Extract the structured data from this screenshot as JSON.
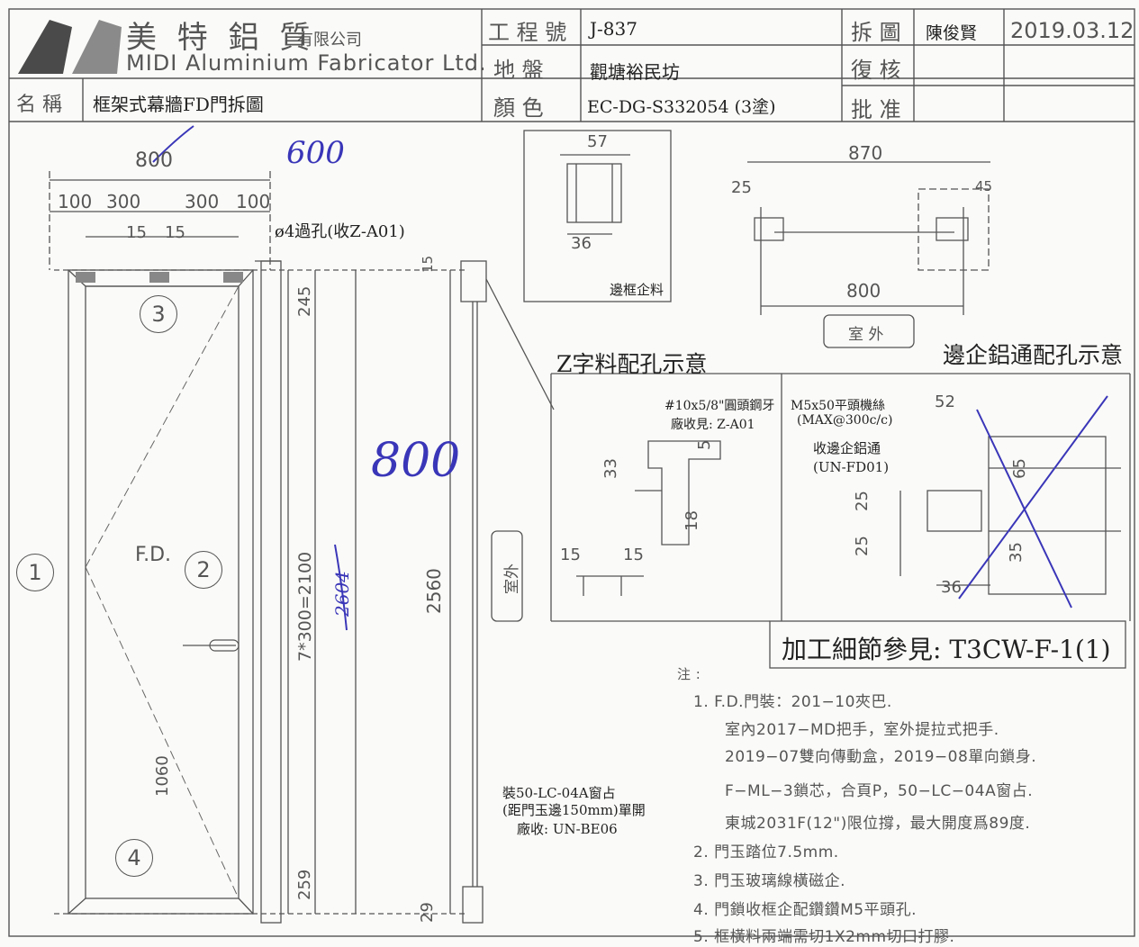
{
  "title_block": {
    "company_cn": "美 特 鋁 質",
    "company_cn_suffix": "有限公司",
    "company_en": "MIDI Aluminium Fabricator Ltd.",
    "name_label": "名 稱",
    "name_value": "框架式幕牆FD門拆圖",
    "job_no_label": "工 程 號",
    "job_no_value": "J-837",
    "site_label": "地       盤",
    "site_value": "觀塘裕民坊",
    "color_label": "顏       色",
    "color_value": "EC-DG-S332054 (3塗)",
    "detail_label": "拆 圖",
    "detail_value": "陳俊賢",
    "date_value": "2019.03.12",
    "check_label": "復 核",
    "approve_label": "批 准"
  },
  "elevation": {
    "handwritten_600": "600",
    "top_width": "800",
    "dims_top": [
      "100",
      "300",
      "300",
      "100"
    ],
    "dims_15": [
      "15",
      "15"
    ],
    "hole_note": "ø4過孔(收Z-A01)",
    "dim_245": "245",
    "dim_2100": "7*300=2100",
    "dim_2604": "2604",
    "dim_2560": "2560",
    "dim_1060": "1060",
    "dim_259": "259",
    "dim_29": "29",
    "dim_15_side": "15",
    "handwritten_800": "800",
    "fd_label": "F.D.",
    "circle_1": "1",
    "circle_2": "2",
    "circle_3": "3",
    "circle_4": "4",
    "outside_label": "室外",
    "latch_note_1": "裝50-LC-04A窗占",
    "latch_note_2": "(距門玉邊150mm)單開",
    "latch_note_3": "廠收: UN-BE06"
  },
  "details": {
    "edge_frame_dim_57": "57",
    "edge_frame_dim_36": "36",
    "edge_frame_label": "邊框企料",
    "plan_870": "870",
    "plan_25": "25",
    "plan_45": "45",
    "plan_800": "800",
    "plan_outside": "室 外",
    "edge_hole_title": "邊企鋁通配孔示意",
    "z_title": "Z字料配孔示意",
    "z_screw_1": "#10x5/8\"圓頭鋼牙",
    "z_screw_2": "廠收見: Z-A01",
    "z_dim_33": "33",
    "z_dim_5": "5",
    "z_dim_18": "18",
    "z_dim_15a": "15",
    "z_dim_15b": "15",
    "m5_1": "M5x50平頭機絲",
    "m5_2": "(MAX@300c/c)",
    "m5_3": "收邊企鋁通",
    "m5_4": "(UN-FD01)",
    "r_dim_52": "52",
    "r_dim_25a": "25",
    "r_dim_25b": "25",
    "r_dim_65": "65",
    "r_dim_35": "35",
    "r_dim_36": "36",
    "ref_box": "加工細節參見: T3CW-F-1(1)"
  },
  "notes": {
    "heading": "注 :",
    "lines": [
      "1.  F.D.門裝：201−10夾巴.",
      "室內2017−MD把手，室外提拉式把手.",
      "2019−07雙向傳動盒，2019−08單向鎖身.",
      "F−ML−3鎖芯，合頁P，50−LC−04A窗占.",
      "東城2031F(12\")限位撐，最大開度爲89度.",
      "2.  門玉踏位7.5mm.",
      "3.  門玉玻璃線橫磁企.",
      "4.  門鎖收框企配鑽鑽M5平頭孔.",
      "5.  框橫料兩端需切1X2mm切口打膠."
    ]
  }
}
